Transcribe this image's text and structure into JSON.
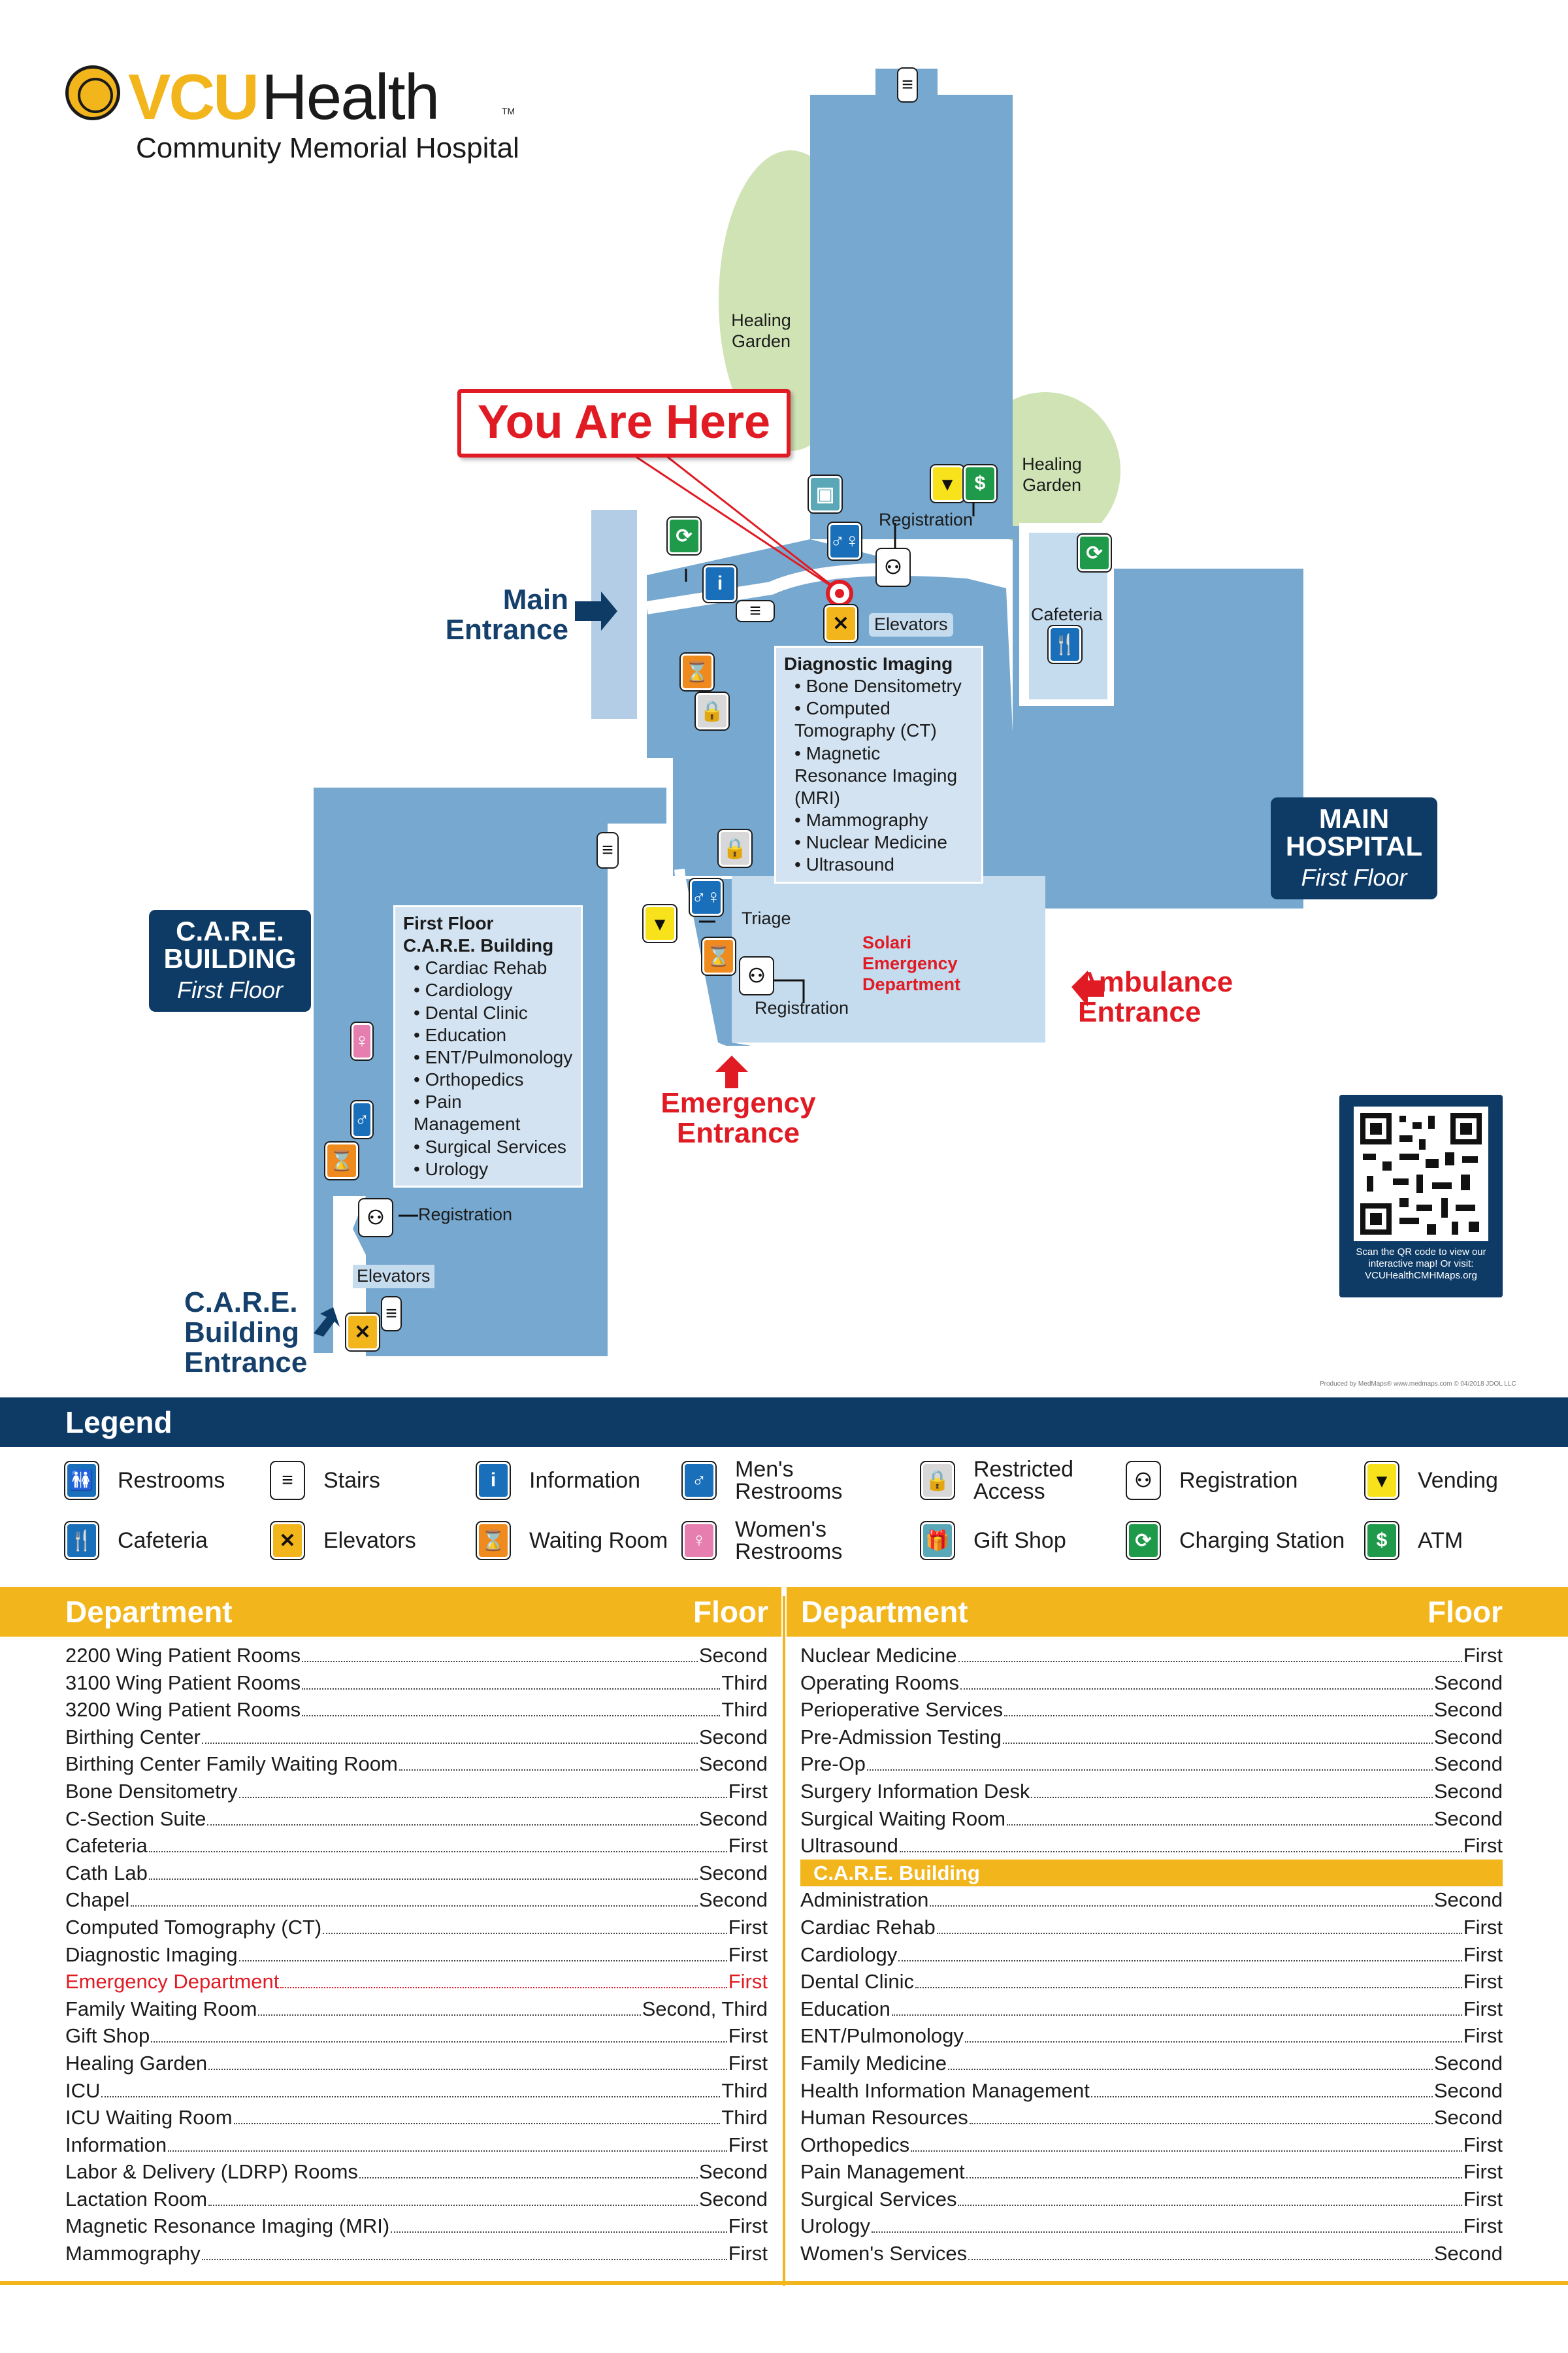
{
  "header": {
    "brand_vcu": "VCU",
    "brand_health": "Health",
    "brand_tm": "TM",
    "hospital_name": "Community Memorial Hospital"
  },
  "map": {
    "you_are_here": "You Are Here",
    "healing_garden_1": "Healing Garden",
    "healing_garden_2": "Healing Garden",
    "registration_top": "Registration",
    "elevators_main": "Elevators",
    "cafeteria": "Cafeteria",
    "main_entrance": "Main Entrance",
    "main_hospital": {
      "line1": "MAIN",
      "line2": "HOSPITAL",
      "floor": "First Floor"
    },
    "care_building": {
      "line1": "C.A.R.E.",
      "line2": "BUILDING",
      "floor": "First Floor"
    },
    "diagnostic": {
      "title": "Diagnostic Imaging",
      "items": [
        "Bone Densitometry",
        "Computed Tomography (CT)",
        "Magnetic Resonance Imaging (MRI)",
        "Mammography",
        "Nuclear Medicine",
        "Ultrasound"
      ]
    },
    "care_box": {
      "title1": "First Floor",
      "title2": "C.A.R.E. Building",
      "items": [
        "Cardiac Rehab",
        "Cardiology",
        "Dental Clinic",
        "Education",
        "ENT/Pulmonology",
        "Orthopedics",
        "Pain Management",
        "Surgical Services",
        "Urology"
      ]
    },
    "triage": "Triage",
    "solari": "Solari Emergency Department",
    "registration_ed": "Registration",
    "ambulance_entrance": "Ambulance Entrance",
    "emergency_entrance": "Emergency Entrance",
    "registration_care": "Registration",
    "elevators_care": "Elevators",
    "care_entrance": "C.A.R.E. Building Entrance",
    "qr_caption": "Scan the QR code to view our interactive map! Or visit: VCUHealthCMHMaps.org",
    "credit": "Produced by MedMaps® www.medmaps.com © 04/2018 JDOL LLC"
  },
  "legend": {
    "title": "Legend",
    "items": [
      {
        "label": "Restrooms",
        "icon": "restrooms-icon",
        "glyph": "🚻",
        "color": "i-blue"
      },
      {
        "label": "Stairs",
        "icon": "stairs-icon",
        "glyph": "≡",
        "color": "i-white"
      },
      {
        "label": "Information",
        "icon": "information-icon",
        "glyph": "i",
        "color": "i-blue"
      },
      {
        "label": "Men's Restrooms",
        "icon": "mens-restroom-icon",
        "glyph": "♂",
        "color": "i-blue"
      },
      {
        "label": "Restricted Access",
        "icon": "restricted-access-icon",
        "glyph": "🔒",
        "color": "i-gray"
      },
      {
        "label": "Registration",
        "icon": "registration-icon",
        "glyph": "⚇",
        "color": "i-white"
      },
      {
        "label": "Vending",
        "icon": "vending-icon",
        "glyph": "▾",
        "color": "i-yellow"
      },
      {
        "label": "Cafeteria",
        "icon": "cafeteria-icon",
        "glyph": "🍴",
        "color": "i-blue"
      },
      {
        "label": "Elevators",
        "icon": "elevators-icon",
        "glyph": "✕",
        "color": "i-elev"
      },
      {
        "label": "Waiting Room",
        "icon": "waiting-room-icon",
        "glyph": "⌛",
        "color": "i-orange"
      },
      {
        "label": "Women's Restrooms",
        "icon": "womens-restroom-icon",
        "glyph": "♀",
        "color": "i-pink"
      },
      {
        "label": "Gift Shop",
        "icon": "gift-shop-icon",
        "glyph": "🎁",
        "color": "i-teal"
      },
      {
        "label": "Charging Station",
        "icon": "charging-station-icon",
        "glyph": "⟳",
        "color": "i-green"
      },
      {
        "label": "ATM",
        "icon": "atm-icon",
        "glyph": "$",
        "color": "i-green"
      }
    ]
  },
  "departments": {
    "header_department": "Department",
    "header_floor": "Floor",
    "left": [
      {
        "name": "2200 Wing Patient Rooms",
        "floor": "Second"
      },
      {
        "name": "3100 Wing Patient Rooms",
        "floor": "Third"
      },
      {
        "name": "3200 Wing Patient Rooms",
        "floor": "Third"
      },
      {
        "name": "Birthing Center",
        "floor": "Second"
      },
      {
        "name": "Birthing Center Family Waiting Room",
        "floor": "Second"
      },
      {
        "name": "Bone Densitometry",
        "floor": "First"
      },
      {
        "name": "C-Section Suite",
        "floor": "Second"
      },
      {
        "name": "Cafeteria",
        "floor": "First"
      },
      {
        "name": "Cath Lab",
        "floor": "Second"
      },
      {
        "name": "Chapel",
        "floor": "Second"
      },
      {
        "name": "Computed Tomography (CT)",
        "floor": "First"
      },
      {
        "name": "Diagnostic Imaging",
        "floor": "First"
      },
      {
        "name": "Emergency Department",
        "floor": "First",
        "highlight": true
      },
      {
        "name": "Family Waiting Room",
        "floor": "Second, Third"
      },
      {
        "name": "Gift Shop",
        "floor": "First"
      },
      {
        "name": "Healing Garden",
        "floor": "First"
      },
      {
        "name": "ICU",
        "floor": "Third"
      },
      {
        "name": "ICU Waiting Room",
        "floor": "Third"
      },
      {
        "name": "Information",
        "floor": "First"
      },
      {
        "name": "Labor & Delivery (LDRP) Rooms",
        "floor": "Second"
      },
      {
        "name": "Lactation Room",
        "floor": "Second"
      },
      {
        "name": "Magnetic Resonance Imaging (MRI)",
        "floor": "First"
      },
      {
        "name": "Mammography",
        "floor": "First"
      }
    ],
    "right": [
      {
        "name": "Nuclear Medicine",
        "floor": "First"
      },
      {
        "name": "Operating Rooms",
        "floor": "Second"
      },
      {
        "name": "Perioperative Services",
        "floor": "Second"
      },
      {
        "name": "Pre-Admission Testing",
        "floor": "Second"
      },
      {
        "name": "Pre-Op",
        "floor": "Second"
      },
      {
        "name": "Surgery Information Desk",
        "floor": "Second"
      },
      {
        "name": "Surgical Waiting Room",
        "floor": "Second"
      },
      {
        "name": "Ultrasound",
        "floor": "First"
      },
      {
        "subhead": "C.A.R.E. Building"
      },
      {
        "name": "Administration",
        "floor": "Second"
      },
      {
        "name": "Cardiac Rehab",
        "floor": "First"
      },
      {
        "name": "Cardiology",
        "floor": "First"
      },
      {
        "name": "Dental Clinic",
        "floor": "First"
      },
      {
        "name": "Education",
        "floor": "First"
      },
      {
        "name": "ENT/Pulmonology",
        "floor": "First"
      },
      {
        "name": "Family Medicine",
        "floor": "Second"
      },
      {
        "name": "Health Information Management",
        "floor": "Second"
      },
      {
        "name": "Human Resources",
        "floor": "Second"
      },
      {
        "name": "Orthopedics",
        "floor": "First"
      },
      {
        "name": "Pain Management",
        "floor": "First"
      },
      {
        "name": "Surgical Services",
        "floor": "First"
      },
      {
        "name": "Urology",
        "floor": "First"
      },
      {
        "name": "Women's Services",
        "floor": "Second"
      }
    ]
  },
  "colors": {
    "navy": "#0e3b66",
    "gold": "#f2b51c",
    "red": "#e01b24",
    "building_blue": "#77a8cf",
    "building_light": "#c5dbee"
  }
}
